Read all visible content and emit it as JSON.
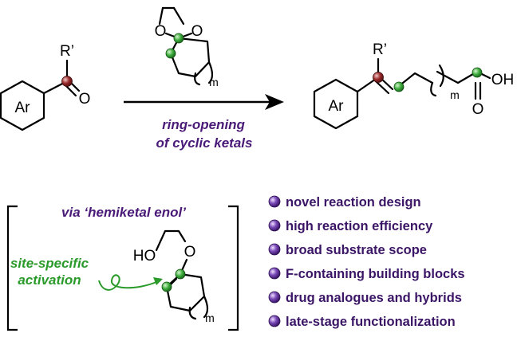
{
  "scheme": {
    "reactant": {
      "ring_label": "Ar",
      "substituent": "R’",
      "carbonyl_o": "O"
    },
    "reagent": {
      "o_left": "O",
      "o_right": "O",
      "subscript": "m"
    },
    "arrow_caption": [
      "ring-opening",
      "of cyclic ketals"
    ],
    "product": {
      "ring_label": "Ar",
      "substituent": "R’",
      "subscript": "m",
      "acid_oh": "OH",
      "acid_o": "O"
    }
  },
  "intermediate": {
    "title": "via ‘hemiketal enol’",
    "ho_label": "HO",
    "o_label": "O",
    "subscript": "m",
    "activation_label": [
      "site-specific",
      "activation"
    ]
  },
  "features": [
    "novel reaction design",
    "high reaction efficiency",
    "broad substrate scope",
    "F-containing building blocks",
    "drug analogues and hybrids",
    "late-stage functionalization"
  ],
  "colors": {
    "caption_purple": "#4a1a78",
    "activation_green": "#2a9a2a",
    "sphere_green": "#3fae3f",
    "sphere_red": "#9a2a2a",
    "bullet_purple": "#6a3aa8"
  }
}
